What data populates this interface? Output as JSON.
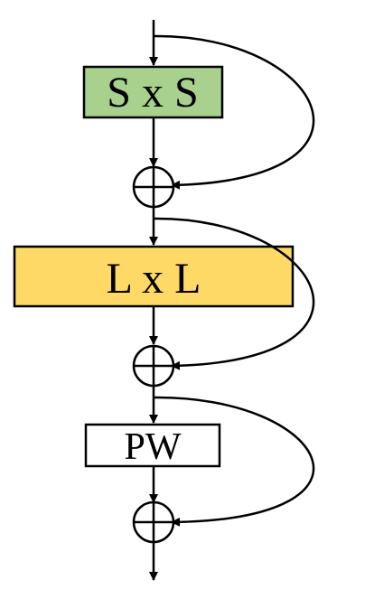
{
  "blocks": [
    {
      "id": "sxs",
      "label": "S x S",
      "fill": "#a9d18e"
    },
    {
      "id": "lxl",
      "label": "L x L",
      "fill": "#ffd966"
    },
    {
      "id": "pw",
      "label": "PW",
      "fill": "#ffffff"
    }
  ],
  "colors": {
    "stroke": "#000000",
    "background": "#ffffff"
  },
  "icons": {
    "add": "circle-plus-icon",
    "arrow": "arrow-down-icon"
  }
}
